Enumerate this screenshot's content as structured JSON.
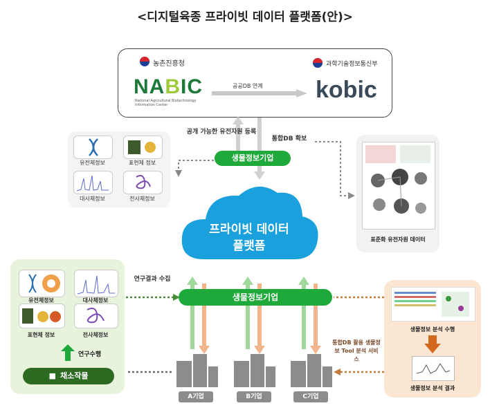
{
  "title": "<디지털육종 프라이빗 데이터 플랫폼(안)>",
  "top_box": {
    "left_org": "농촌진흥청",
    "left_logo": "NABIC",
    "left_logo_sub": "National Agricultural Biotechnology Information Center",
    "link_label": "공공DB 연계",
    "right_org": "과학기술정보통신부",
    "right_logo": "kobic"
  },
  "upper_flow": {
    "register_label": "공개 가능한 유전자원 등록",
    "secure_label": "통합DB 확보",
    "company_pill": "생물정보기업"
  },
  "top_left_tiles": [
    "유전체정보",
    "표현체 정보",
    "대사체정보",
    "전사체정보"
  ],
  "right_top_caption": "표준화 유전자원 데이터",
  "cloud": {
    "line1": "프라이빗 데이터",
    "line2": "플랫폼"
  },
  "middle_flow": {
    "research_label": "연구결과 수집",
    "company_pill": "생물정보기업"
  },
  "left_panel": {
    "tiles": [
      "유전체정보",
      "대사체정보",
      "표현체 정보",
      "전사체정보"
    ],
    "research_label": "연구수행",
    "crop_button": "채소작물"
  },
  "right_panel": {
    "analysis_label": "생물정보 분석 수행",
    "result_label": "생물정보 분석 결과"
  },
  "services_label": "통합DB 활용 생물정보 Tool 분석 서비스",
  "companies": [
    "A기업",
    "B기업",
    "C기업"
  ],
  "colors": {
    "green": "#1ea93a",
    "cloud_blue": "#1aa0dc",
    "orange_arrow": "#f2b48a",
    "green_arrow": "#9fd89a",
    "gray": "#8c8c8c"
  }
}
